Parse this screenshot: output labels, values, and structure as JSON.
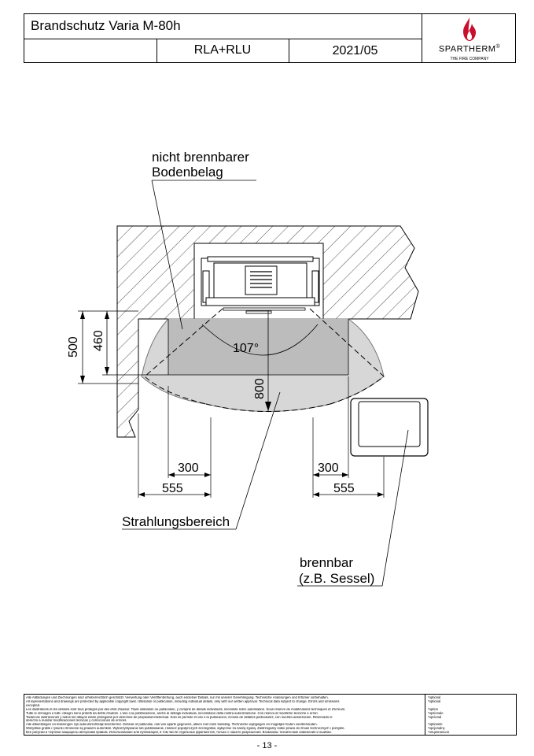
{
  "header": {
    "title": "Brandschutz Varia M-80h",
    "model": "RLA+RLU",
    "date": "2021/05",
    "brand": "SPARTHERM",
    "brand_mark": "®",
    "brand_tagline": "THE FIRE COMPANY"
  },
  "drawing": {
    "label_floor_line1": "nicht brennbarer",
    "label_floor_line2": "Bodenbelag",
    "angle": "107°",
    "dim_500": "500",
    "dim_460": "460",
    "dim_800": "800",
    "dim_300_left": "300",
    "dim_555_left": "555",
    "dim_300_right": "300",
    "dim_555_right": "555",
    "label_radiation": "Strahlungsbereich",
    "label_combustible_line1": "brennbar",
    "label_combustible_line2": "(z.B. Sessel)"
  },
  "footer": {
    "legal_lines": [
      "Alle Abbildungen und Zeichnungen sind urheberrechtlich geschützt. Verwertung oder Veröffentlichung, auch einzelner Details, nur mit unserer Genehmigung. Technische Änderungen und Irrtümer vorbehalten.",
      "All representations and drawings are protected by applicable copyright laws. Utilisation or publication, including individual details, only with our written approval. Technical data subject to change. Errors and omissions",
      "excepted.",
      "Les illustrations et les dessins sont tous protégés par des droit d'auteur. Toute utilisation ou publication, y compris de détails individuels, nécessite notre autorisation. Sous réserve de modifications techniques et d'erreurs.",
      "Tutte le immagini e tutti i disegni sono protetti da diritto d'autore. L'uso o la pubblicazione, anche di dettagli individuali, necessitano della nostra autorizzazione. Con riserva di modifiche tecniche e errori.",
      "Todas las ilustraciones y todos los dibujos están protegidos por derechos de propiedad intelectual. Solo se permite el uso o la publicación, incluso de detalles particulares, con nuestra autorización. Reservado el",
      "derecho a realizar modificaciones técnicas y correcciones de errores.",
      "Alle afbeeldingen en tekeningen zijn auteursrechtelijk beschermd. Gebruik of publicatie, ook van aparte gegevens, alleen met onze toelating. Technische wijzigingen en mogelijke fouten voorbehouden.",
      "Wszystkie grafiki i rysunki chronione są prawem autorskim. Wykorzystywanie lub publikowanie, również pojedynczych szczegółów, wyłącznie za naszą zgodą. Zastrzegamy sobie prawo do zmian technicznych i pomyłek.",
      "Все рисунки и чертежи защищены авторским правом. Использование или публикация, в том числе отдельных фрагментов, только с нашего разрешения. Возможны технические изменения и ошибки."
    ],
    "optional_lines": [
      "*optional",
      "*optional",
      "",
      "*option",
      "*opzionale",
      "*opcional",
      "",
      "*optionele",
      "*opcjonalny",
      "*опционально"
    ]
  },
  "page_number": "- 13 -"
}
